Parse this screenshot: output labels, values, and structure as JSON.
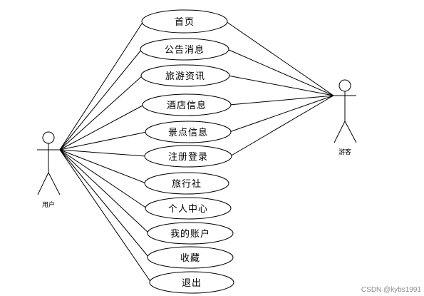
{
  "actors": {
    "user": {
      "label": "用户"
    },
    "guest": {
      "label": "游客"
    }
  },
  "use_cases": [
    {
      "id": "home",
      "label": "首页",
      "user": true,
      "guest": true
    },
    {
      "id": "announcement",
      "label": "公告消息",
      "user": true,
      "guest": true
    },
    {
      "id": "travel-news",
      "label": "旅游资讯",
      "user": true,
      "guest": true
    },
    {
      "id": "hotel-info",
      "label": "酒店信息",
      "user": true,
      "guest": true
    },
    {
      "id": "scenic-info",
      "label": "景点信息",
      "user": true,
      "guest": true
    },
    {
      "id": "register-login",
      "label": "注册登录",
      "user": true,
      "guest": true
    },
    {
      "id": "travel-agency",
      "label": "旅行社",
      "user": true,
      "guest": false
    },
    {
      "id": "personal-center",
      "label": "个人中心",
      "user": true,
      "guest": false
    },
    {
      "id": "my-account",
      "label": "我的账户",
      "user": true,
      "guest": false
    },
    {
      "id": "favorites",
      "label": "收藏",
      "user": true,
      "guest": false
    },
    {
      "id": "logout",
      "label": "退出",
      "user": true,
      "guest": false
    }
  ],
  "watermark": "CSDN @kybs1991"
}
